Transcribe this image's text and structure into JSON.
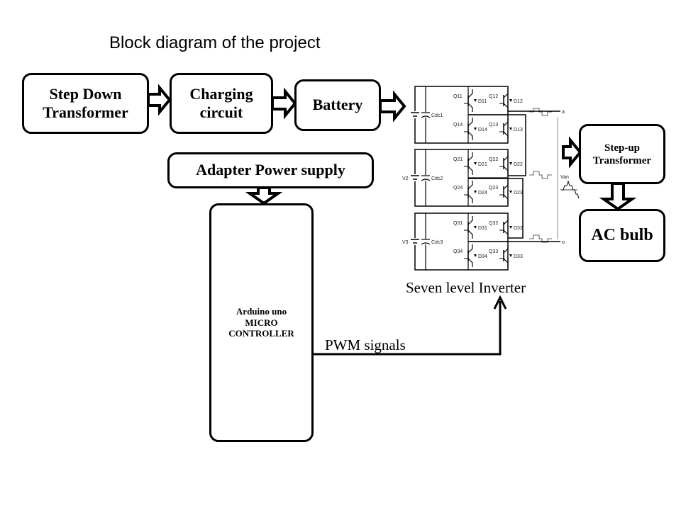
{
  "title": "Block diagram of the project",
  "blocks": {
    "step_down": "Step Down Transformer",
    "charging": "Charging circuit",
    "battery": "Battery",
    "adapter": "Adapter Power supply",
    "arduino": [
      "Arduino uno",
      "MICRO",
      "CONTROLLER"
    ],
    "step_up": "Step-up Transformer",
    "ac_bulb": "AC bulb"
  },
  "inverter_label": "Seven level Inverter",
  "pwm_label": "PWM signals",
  "circuit_labels": {
    "cells": [
      {
        "switches": [
          "Q11",
          "Q12",
          "Q14",
          "Q13"
        ],
        "diodes": [
          "D11",
          "D12",
          "D14",
          "D13"
        ],
        "cap": "Cdc1",
        "source": ""
      },
      {
        "switches": [
          "Q21",
          "Q22",
          "Q24",
          "Q23"
        ],
        "diodes": [
          "D21",
          "D22",
          "D24",
          "D23"
        ],
        "cap": "Cdc2",
        "source": "V2"
      },
      {
        "switches": [
          "Q31",
          "Q32",
          "Q34",
          "Q33"
        ],
        "diodes": [
          "D31",
          "D32",
          "D34",
          "D33"
        ],
        "cap": "Cdc3",
        "source": "V3"
      }
    ],
    "terminal_a": "a",
    "terminal_o": "o",
    "output_voltage": "Van"
  }
}
